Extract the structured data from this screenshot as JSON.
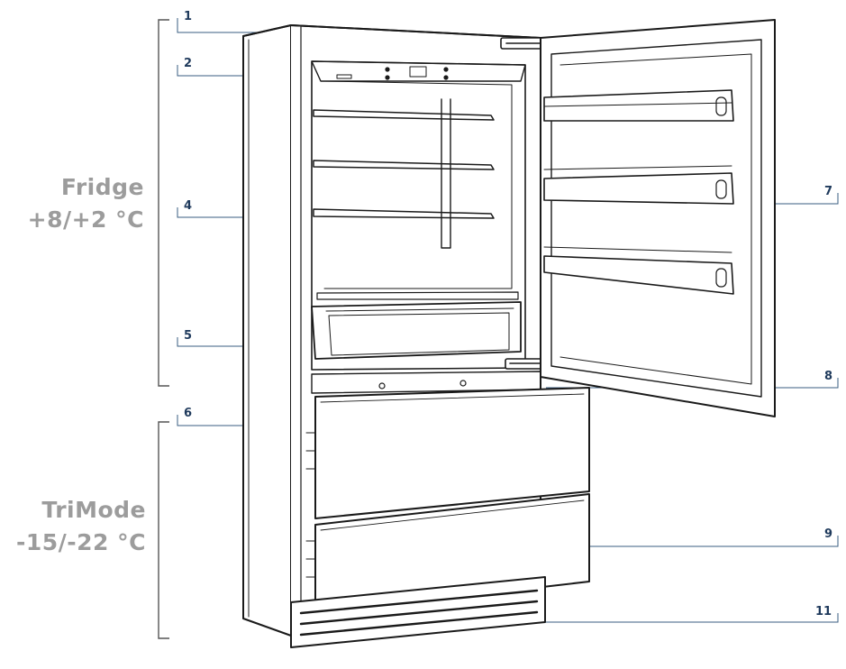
{
  "zones": {
    "fridge": {
      "name": "Fridge",
      "temp": "+8/+2 °C"
    },
    "trimode": {
      "name": "TriMode",
      "temp": "-15/-22 °C"
    }
  },
  "callouts": {
    "c1": "1",
    "c2": "2",
    "c4": "4",
    "c5": "5",
    "c6": "6",
    "c7": "7",
    "c8": "8",
    "c9": "9",
    "c11": "11"
  },
  "colors": {
    "line_art": "#1a1a1a",
    "leader_line": "#3a5d80",
    "callout_text": "#1f3a5c",
    "zone_text": "#9c9c9c",
    "bracket": "#555555"
  }
}
